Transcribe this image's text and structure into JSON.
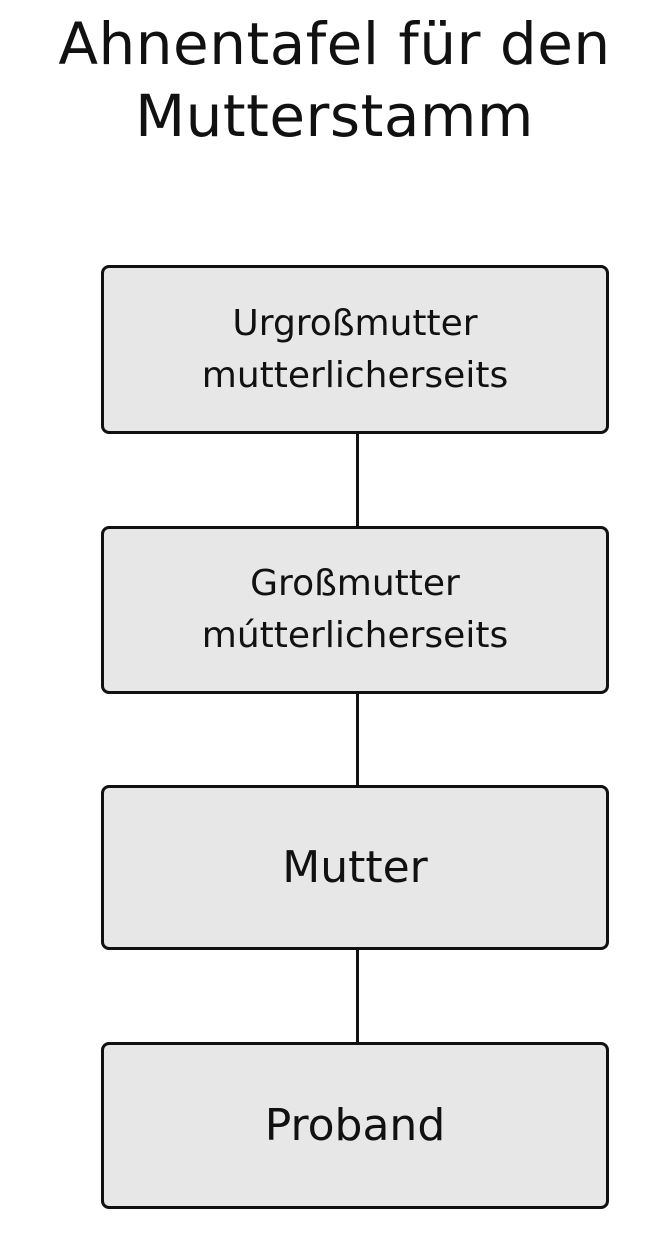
{
  "title": {
    "line1": "Ahnentafel für den",
    "line2": "Mutterstamm"
  },
  "nodes": [
    {
      "line1": "Urgroßmutter",
      "line2": "mutterlicherseits"
    },
    {
      "line1": "Großmutter",
      "line2": "mútterlicherseits"
    },
    {
      "label": "Mutter"
    },
    {
      "label": "Proband"
    }
  ],
  "colors": {
    "box_fill": "#e7e7e7",
    "border": "#111111",
    "background": "#ffffff"
  }
}
